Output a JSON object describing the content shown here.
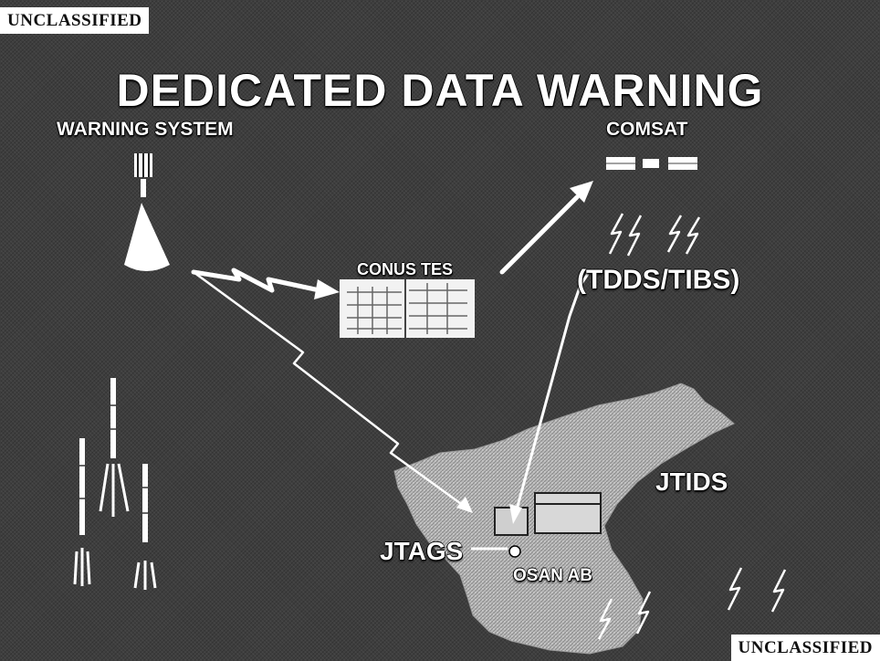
{
  "banner": {
    "top": "UNCLASSIFIED",
    "bottom": "UNCLASSIFIED"
  },
  "title": "DEDICATED DATA WARNING",
  "nodes": {
    "warning_system": "WARNING SYSTEM",
    "comsat": "COMSAT",
    "conus_tes": "CONUS TES",
    "tdds_tibs": "(TDDS/TIBS)",
    "jtids": "JTIDS",
    "jtags": "JTAGS",
    "osan_ab": "OSAN AB"
  },
  "icons": {
    "satellite": "satellite-icon",
    "sensor_beam": "sensor-beam-icon",
    "building": "building-icon",
    "missile": "missile-icon",
    "comm_link": "lightning-link-icon",
    "korea_map": "korean-peninsula-map",
    "base_marker": "base-marker-icon"
  },
  "colors": {
    "background": "#3e3e3e",
    "foreground": "#ffffff",
    "map": "#b9b9b9",
    "banner_bg": "#ffffff",
    "banner_text": "#111111"
  }
}
